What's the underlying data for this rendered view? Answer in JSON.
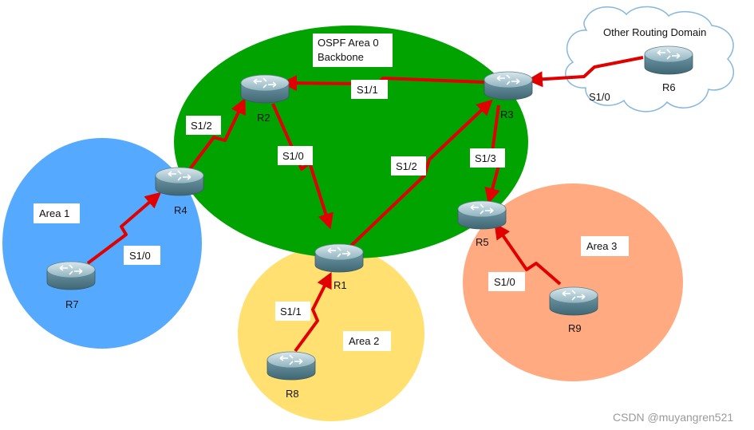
{
  "areas": {
    "backbone": {
      "name": "OSPF Area 0",
      "subtitle": "Backbone",
      "color": "#00A300"
    },
    "area1": {
      "name": "Area 1",
      "color": "#55AAFF"
    },
    "area2": {
      "name": "Area 2",
      "color": "#FFE070"
    },
    "area3": {
      "name": "Area 3",
      "color": "#FFAA80"
    },
    "other": {
      "name": "Other Routing Domain"
    }
  },
  "routers": {
    "r1": "R1",
    "r2": "R2",
    "r3": "R3",
    "r4": "R4",
    "r5": "R5",
    "r6": "R6",
    "r7": "R7",
    "r8": "R8",
    "r9": "R9"
  },
  "links": {
    "r2_r3": "S1/1",
    "r4_r2": "S1/2",
    "r2_r1": "S1/0",
    "r1_r3": "S1/2",
    "r3_r5": "S1/3",
    "r3_r6": "S1/0",
    "r7_r4": "S1/0",
    "r1_r8": "S1/1",
    "r9_r5": "S1/0"
  },
  "link_color": "#E00000",
  "watermark": "CSDN @muyangren521"
}
